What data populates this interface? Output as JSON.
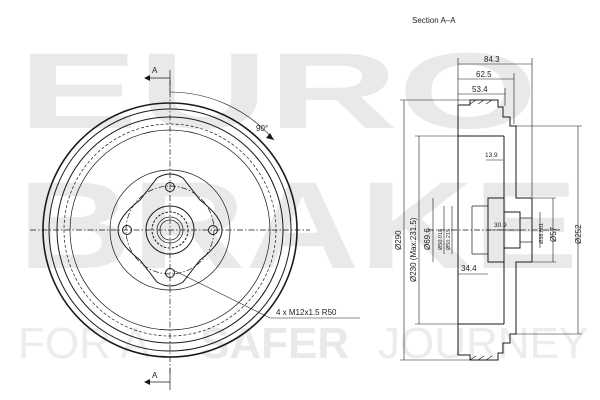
{
  "watermark": {
    "line1": "EURO",
    "line2": "BRAKE",
    "tagline_part1": "FOR A",
    "tagline_part2": "SAFER",
    "tagline_part3": "JOURNEY"
  },
  "front_view": {
    "section_marker_top": "A",
    "section_marker_bottom": "A",
    "angle_label": "90°",
    "bolt_callout": "4 x M12x1.5 R50"
  },
  "section_view": {
    "title": "Section A–A",
    "dim_84_3": "84.3",
    "dim_62_5": "62.5",
    "dim_53_4": "53.4",
    "dim_13_9": "13.9",
    "dim_30_9": "30.9",
    "dim_34_4": "34.4",
    "dia_290": "Ø290",
    "dia_230": "Ø230 (Max:231.5)",
    "dia_69_6": "Ø69.6",
    "dia_50_018": "Ø50.018",
    "dia_50_215": "Ø50.215",
    "dia_38_801": "Ø38.801",
    "dia_57": "Ø57",
    "dia_252": "Ø252"
  }
}
